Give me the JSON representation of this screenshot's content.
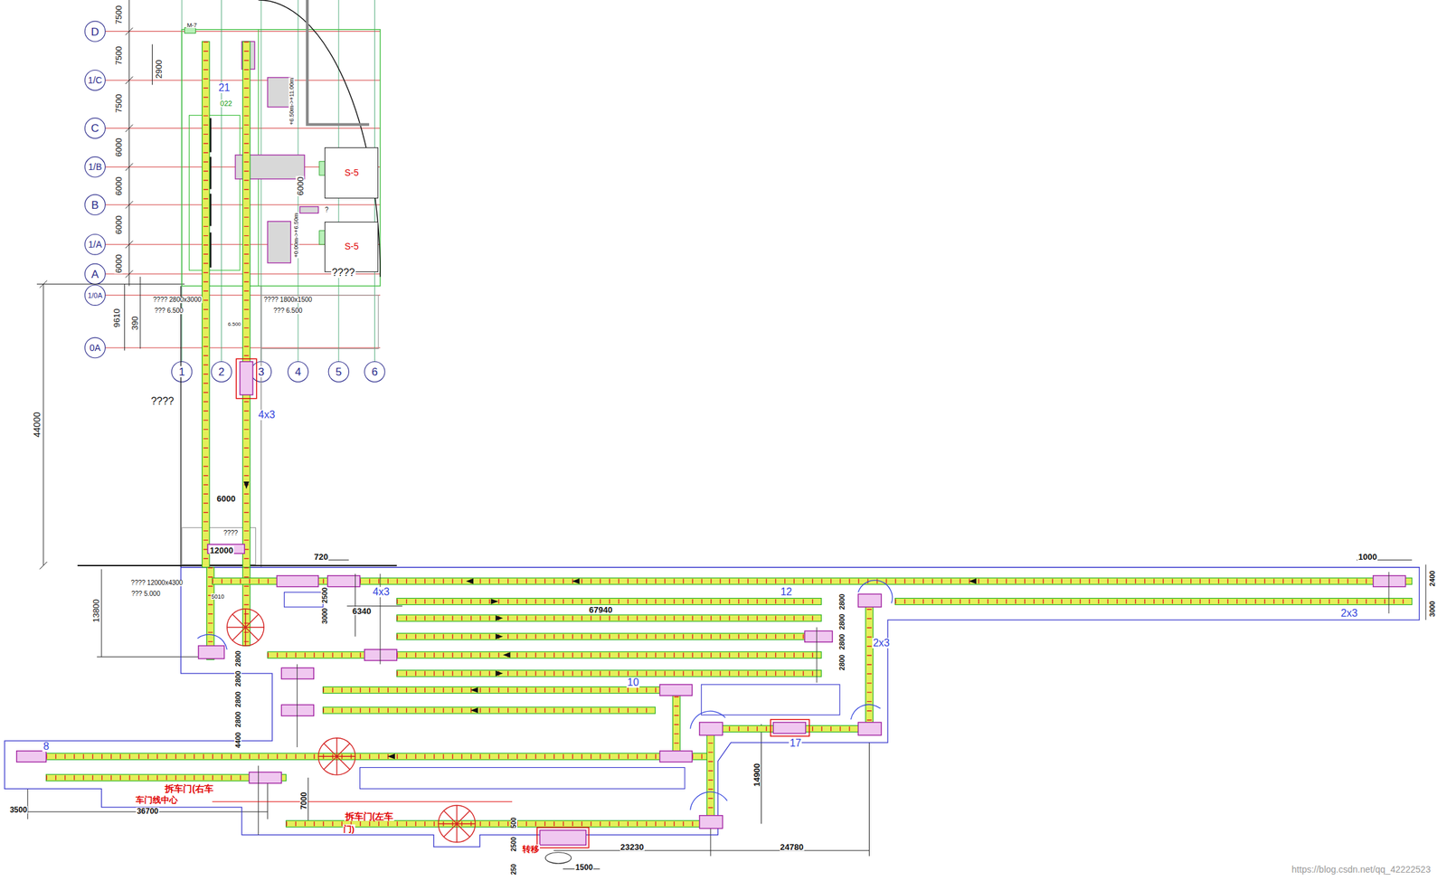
{
  "diagram": {
    "nodes": [
      {
        "text": [
          "S-5"
        ]
      },
      {
        "text": [
          "S-5"
        ]
      }
    ],
    "labels": [
      "D",
      "1/C",
      "C",
      "1/B",
      "B",
      "1/A",
      "A",
      "1/0A",
      "0A",
      "1",
      "2",
      "3",
      "4",
      "5",
      "6",
      "7500",
      "7500",
      "7500",
      "6000",
      "6000",
      "6000",
      "6000",
      "9610",
      "390",
      "44000",
      "13800",
      "2900",
      "M-7",
      "21",
      "022",
      "+6.50m->+11.00m",
      "6000",
      "+0.00m->+6.50m",
      "?",
      "????",
      "???? 2800x3000",
      "??? 6.500",
      "???? 1800x1500",
      "??? 6.500",
      "6.500",
      "????",
      "4x3",
      "6000",
      "????",
      "12000",
      "???? 12000x4300",
      "??? 5.000",
      "5010",
      "720",
      "4x3",
      "6340",
      "67940",
      "12",
      "1000",
      "3000",
      "2400",
      "2x3",
      "2800",
      "2800",
      "2800",
      "2800",
      "2x3",
      "10",
      "17",
      "4400",
      "2800",
      "2800",
      "2800",
      "2800",
      "3000",
      "2500",
      "14900",
      "8",
      "3500",
      "36700",
      "拆车门(右车",
      "车门线中心",
      "7000",
      "拆车门(左车",
      "门)",
      "23230",
      "24780",
      "1500",
      "250",
      "2500",
      "500",
      "转移",
      "https://blog.csdn.net/qq_42222523"
    ]
  }
}
